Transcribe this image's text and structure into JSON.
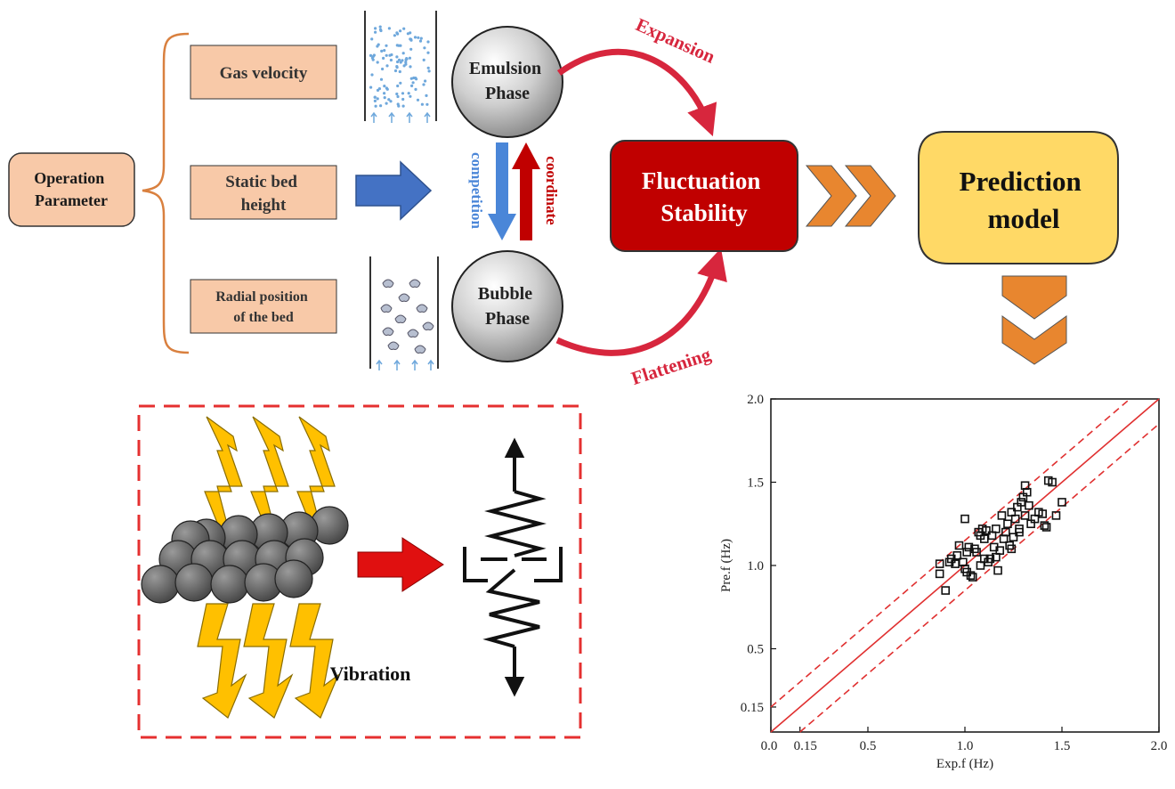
{
  "flow": {
    "operation_parameter": [
      "Operation",
      "Parameter"
    ],
    "parameters": {
      "gas_velocity": [
        "Gas velocity"
      ],
      "static_bed_height": [
        "Static bed",
        "height"
      ],
      "radial_position": [
        "Radial position",
        "of the bed"
      ]
    },
    "emulsion_phase": [
      "Emulsion",
      "Phase"
    ],
    "bubble_phase": [
      "Bubble",
      "Phase"
    ],
    "competition": "competition",
    "coordinate": "coordinate",
    "expansion": "Expansion",
    "flattening": "Flattening",
    "fluctuation_stability": [
      "Fluctuation",
      "Stability"
    ],
    "prediction_model": [
      "Prediction",
      "model"
    ],
    "vibration": "Vibration"
  },
  "colors": {
    "param_fill": "#f8c9a8",
    "param_border": "#333333",
    "bracket": "#d9803f",
    "blue_arrow": "#4472c4",
    "competition": "#4a86d8",
    "coordinate": "#c00000",
    "curve_arrow": "#d7263d",
    "fluct_fill": "#c00000",
    "chevron": "#e8862f",
    "pred_fill": "#ffd966",
    "zigzag": "#ffc000",
    "vib_box": "#e53030",
    "points": "#111111",
    "fit_line": "#e03030"
  },
  "icons": [
    "emulsion-particles-icon",
    "bubble-column-icon",
    "particle-bed-icon",
    "spring-damper-icon"
  ],
  "chart_data": {
    "type": "scatter",
    "xlabel": "Exp.f (Hz)",
    "ylabel": "Pre.f (Hz)",
    "xlim": [
      0.0,
      2.0
    ],
    "ylim": [
      0.0,
      2.0
    ],
    "x_ticks": [
      "0.0",
      "0.15",
      "0.5",
      "1.0",
      "1.5",
      "2.0"
    ],
    "y_ticks": [
      "0.15",
      "0.5",
      "1.0",
      "1.5",
      "2.0"
    ],
    "reference_lines": [
      {
        "style": "solid",
        "offset": 0.0
      },
      {
        "style": "dashed",
        "offset": 0.15
      },
      {
        "style": "dashed",
        "offset": -0.15
      }
    ],
    "points": [
      [
        0.87,
        1.01
      ],
      [
        0.87,
        0.95
      ],
      [
        0.9,
        0.85
      ],
      [
        0.92,
        1.02
      ],
      [
        0.93,
        1.04
      ],
      [
        0.95,
        1.01
      ],
      [
        0.96,
        1.06
      ],
      [
        0.97,
        1.12
      ],
      [
        0.99,
        1.02
      ],
      [
        1.0,
        1.28
      ],
      [
        1.0,
        0.98
      ],
      [
        1.01,
        1.08
      ],
      [
        1.01,
        0.96
      ],
      [
        1.02,
        1.11
      ],
      [
        1.03,
        0.94
      ],
      [
        1.04,
        0.93
      ],
      [
        1.05,
        1.1
      ],
      [
        1.06,
        1.08
      ],
      [
        1.07,
        1.2
      ],
      [
        1.08,
        1.0
      ],
      [
        1.08,
        1.18
      ],
      [
        1.09,
        1.22
      ],
      [
        1.1,
        1.04
      ],
      [
        1.1,
        1.16
      ],
      [
        1.11,
        1.21
      ],
      [
        1.12,
        1.02
      ],
      [
        1.13,
        1.04
      ],
      [
        1.14,
        1.18
      ],
      [
        1.15,
        1.11
      ],
      [
        1.16,
        1.05
      ],
      [
        1.16,
        1.22
      ],
      [
        1.17,
        0.97
      ],
      [
        1.18,
        1.09
      ],
      [
        1.19,
        1.3
      ],
      [
        1.2,
        1.16
      ],
      [
        1.21,
        1.2
      ],
      [
        1.22,
        1.25
      ],
      [
        1.23,
        1.12
      ],
      [
        1.24,
        1.32
      ],
      [
        1.24,
        1.1
      ],
      [
        1.25,
        1.17
      ],
      [
        1.26,
        1.28
      ],
      [
        1.27,
        1.35
      ],
      [
        1.28,
        1.2
      ],
      [
        1.28,
        1.22
      ],
      [
        1.29,
        1.38
      ],
      [
        1.3,
        1.41
      ],
      [
        1.31,
        1.3
      ],
      [
        1.31,
        1.48
      ],
      [
        1.32,
        1.44
      ],
      [
        1.33,
        1.36
      ],
      [
        1.34,
        1.25
      ],
      [
        1.36,
        1.28
      ],
      [
        1.38,
        1.32
      ],
      [
        1.4,
        1.31
      ],
      [
        1.41,
        1.24
      ],
      [
        1.42,
        1.23
      ],
      [
        1.43,
        1.51
      ],
      [
        1.45,
        1.5
      ],
      [
        1.47,
        1.3
      ],
      [
        1.5,
        1.38
      ]
    ]
  }
}
